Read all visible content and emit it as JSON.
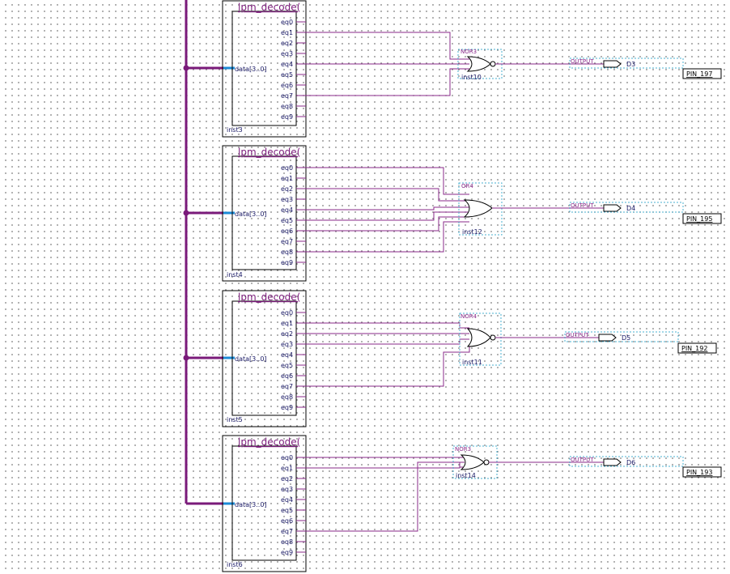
{
  "decoders": [
    {
      "title": "lpm_decode(",
      "data_port": "data[3..0]",
      "instance": "inst3",
      "outputs": [
        "eq0",
        "eq1",
        "eq2",
        "eq3",
        "eq4",
        "eq5",
        "eq6",
        "eq7",
        "eq8",
        "eq9"
      ]
    },
    {
      "title": "lpm_decode(",
      "data_port": "data[3..0]",
      "instance": "inst4",
      "outputs": [
        "eq0",
        "eq1",
        "eq2",
        "eq3",
        "eq4",
        "eq5",
        "eq6",
        "eq7",
        "eq8",
        "eq9"
      ]
    },
    {
      "title": "lpm_decode(",
      "data_port": "data[3..0]",
      "instance": "inst5",
      "outputs": [
        "eq0",
        "eq1",
        "eq2",
        "eq3",
        "eq4",
        "eq5",
        "eq6",
        "eq7",
        "eq8",
        "eq9"
      ]
    },
    {
      "title": "lpm_decode(",
      "data_port": "data[3..0]",
      "instance": "inst6",
      "outputs": [
        "eq0",
        "eq1",
        "eq2",
        "eq3",
        "eq4",
        "eq5",
        "eq6",
        "eq7",
        "eq8",
        "eq9"
      ]
    }
  ],
  "gates": [
    {
      "type": "NOR3",
      "instance": "inst10",
      "inputs_from": [
        1,
        4,
        7
      ],
      "inverted": true
    },
    {
      "type": "OR4",
      "instance": "inst12",
      "inputs_from": [
        0,
        2,
        4,
        5,
        6,
        8
      ],
      "inverted": false
    },
    {
      "type": "NOR4",
      "instance": "inst11",
      "inputs_from": [
        1,
        2,
        3,
        7
      ],
      "inverted": true
    },
    {
      "type": "NOR3",
      "instance": "inst14",
      "inputs_from": [
        0,
        1,
        7
      ],
      "inverted": true
    }
  ],
  "outputs": [
    {
      "kind": "OUTPUT",
      "name": "D3",
      "pin": "PIN_197"
    },
    {
      "kind": "OUTPUT",
      "name": "D4",
      "pin": "PIN_195"
    },
    {
      "kind": "OUTPUT",
      "name": "D5",
      "pin": "PIN_192"
    },
    {
      "kind": "OUTPUT",
      "name": "D6",
      "pin": "PIN_193"
    }
  ],
  "colors": {
    "bus": "#7a1a7a",
    "wire": "#8a2a8a",
    "data_input": "#1a8ad6",
    "grid_dot": "#6e6e6e",
    "background": "#ffffff"
  }
}
